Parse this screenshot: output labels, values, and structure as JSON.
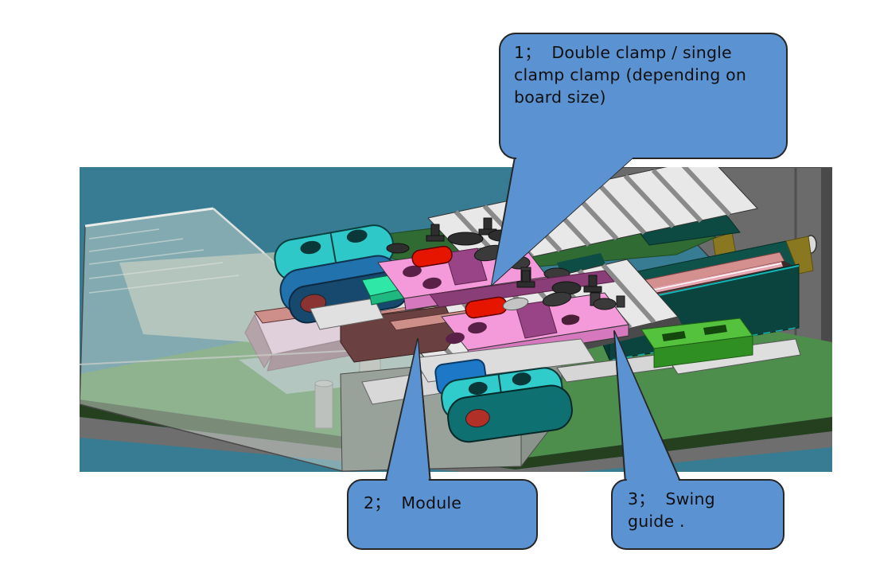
{
  "scene": {
    "background_color": "#377C93",
    "palette": {
      "callout_fill": "#5B92D2",
      "callout_border": "#262626",
      "deck_green": "#4E8E4C",
      "bright_green_block": "#55C23E",
      "pink_clamp_plate": "#F49ADB",
      "red_clamp": "#E61500",
      "cyan_block": "#30CBCB",
      "steel_blue_block": "#2273AE",
      "dark_teal_guide": "#0E524A",
      "rose_rail": "#D48F8F",
      "wall_gray": "#6B6B6B",
      "glass_cover": "#D0D7D0"
    }
  },
  "callouts": [
    {
      "number": "1",
      "label": "1；  Double clamp / single clamp clamp (depending on board size)"
    },
    {
      "number": "2",
      "label": "2；  Module"
    },
    {
      "number": "3",
      "label": "3；  Swing guide ."
    }
  ]
}
